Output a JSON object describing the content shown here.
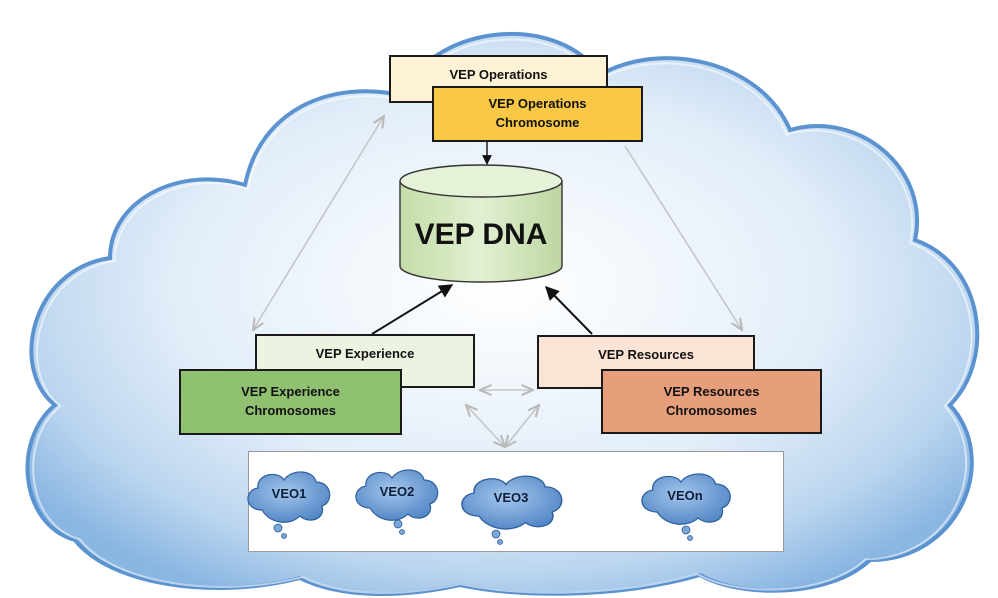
{
  "diagram": {
    "operations": {
      "title": "VEP Operations",
      "chromosome_line1": "VEP Operations",
      "chromosome_line2": "Chromosome"
    },
    "dna": {
      "label": "VEP DNA"
    },
    "experience": {
      "title": "VEP Experience",
      "chromosome_line1": "VEP Experience",
      "chromosome_line2": "Chromosomes"
    },
    "resources": {
      "title": "VEP Resources",
      "chromosome_line1": "VEP Resources",
      "chromosome_line2": "Chromosomes"
    },
    "veos": [
      "VEO1",
      "VEO2",
      "VEO3",
      "VEOn"
    ]
  },
  "colors": {
    "cloud_fill": "#cfe3f5",
    "cloud_edge": "#5b93d0",
    "ops_box": "#fdf1d6",
    "ops_chromosome": "#f9c846",
    "dna_cylinder": "#d7e9c2",
    "experience_box": "#ecf3e0",
    "experience_chromosome": "#8fc171",
    "resources_box": "#fbe3d5",
    "resources_chromosome": "#e79f7b",
    "veo_cloud": "#6f9fd4"
  }
}
